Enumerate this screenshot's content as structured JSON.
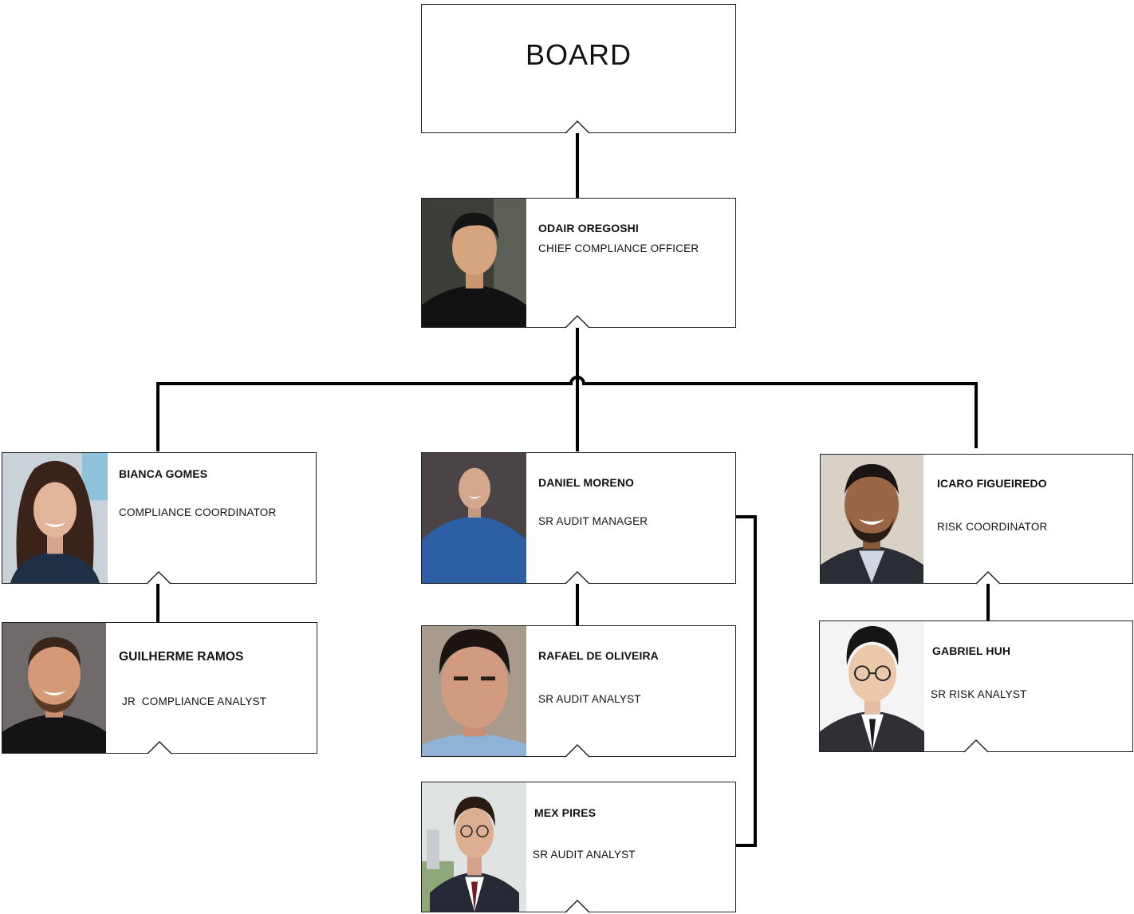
{
  "board": {
    "title": "BOARD"
  },
  "people": {
    "odair": {
      "name": "ODAIR OREGOSHI",
      "role": "CHIEF COMPLIANCE OFFICER"
    },
    "bianca": {
      "name": "BIANCA GOMES",
      "role": "COMPLIANCE COORDINATOR"
    },
    "daniel": {
      "name": "DANIEL MORENO",
      "role": "SR AUDIT MANAGER"
    },
    "icaro": {
      "name": "ICARO FIGUEIREDO",
      "role": "RISK COORDINATOR"
    },
    "guilherme": {
      "name": "GUILHERME RAMOS",
      "role": "JR  COMPLIANCE ANALYST"
    },
    "rafael": {
      "name": "RAFAEL DE OLIVEIRA",
      "role": "SR AUDIT ANALYST"
    },
    "gabriel": {
      "name": "GABRIEL HUH",
      "role": "SR RISK ANALYST"
    },
    "mex": {
      "name": "MEX PIRES",
      "role": "SR AUDIT ANALYST"
    }
  },
  "colors": {
    "line": "#000000",
    "border": "#222222"
  }
}
